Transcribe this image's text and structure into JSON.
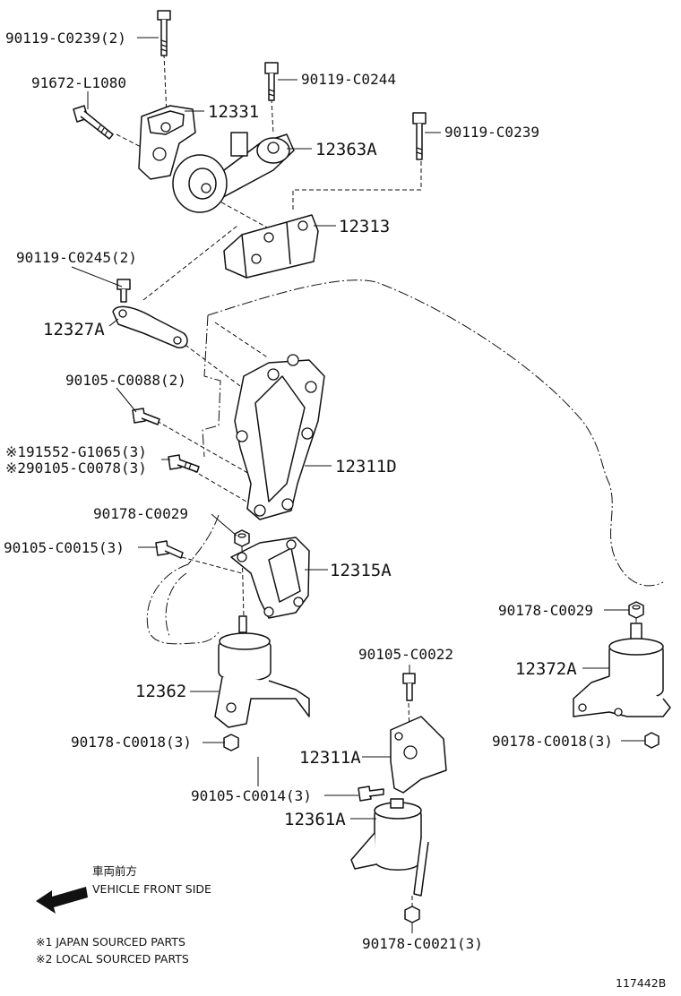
{
  "labels": {
    "p1": "90119-C0239(2)",
    "p2": "91672-L1080",
    "p3": "12331",
    "p4": "90119-C0244",
    "p5": "12363A",
    "p6": "90119-C0239",
    "p7": "12313",
    "p8": "90119-C0245(2)",
    "p9": "12327A",
    "p10": "90105-C0088(2)",
    "p11": "※191552-G1065(3)",
    "p12": "※290105-C0078(3)",
    "p13": "12311D",
    "p14": "90178-C0029",
    "p15": "90105-C0015(3)",
    "p16": "12315A",
    "p17": "90178-C0029",
    "p18": "12372A",
    "p19": "90105-C0022",
    "p20": "12362",
    "p21": "90178-C0018(3)",
    "p22": "90178-C0018(3)",
    "p23": "12311A",
    "p24": "90105-C0014(3)",
    "p25": "12361A",
    "p26": "90178-C0021(3)"
  },
  "direction": {
    "japanese": "車両前方",
    "english": "VEHICLE FRONT SIDE"
  },
  "notes": {
    "japan": "※1 JAPAN SOURCED PARTS",
    "local": "※2 LOCAL SOURCED PARTS"
  },
  "figure_id": "117442B",
  "icons": [
    "bolt-icon",
    "nut-icon",
    "arrow-left-icon"
  ]
}
